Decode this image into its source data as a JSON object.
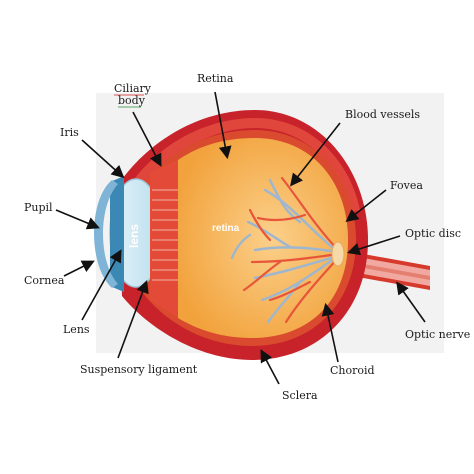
{
  "labels": {
    "retina_top": "Retina",
    "ciliary_line1": "Ciliary",
    "ciliary_line2": "body",
    "iris": "Iris",
    "pupil": "Pupil",
    "cornea": "Cornea",
    "lens": "Lens",
    "suspensory_ligament": "Suspensory ligament",
    "sclera": "Sclera",
    "choroid": "Choroid",
    "optic_nerve": "Optic nerve",
    "optic_disc": "Optic disc",
    "fovea": "Fovea",
    "blood_vessels": "Blood vessels"
  },
  "inside_labels": {
    "lens": "lens",
    "retina": "retina"
  },
  "colors": {
    "sclera": "#c8222a",
    "sclera_light": "#e0463c",
    "choroid": "#d94a2e",
    "retina_fill": "#f5b04a",
    "retina_light": "#f9c877",
    "lens": "#cfe7f2",
    "cornea": "#7fb4d6",
    "iris": "#3b88b4",
    "vessel_red": "#e8563a",
    "vessel_blue": "#9eb7cf",
    "optic_nerve": "#f0a8a0",
    "ciliary_underline": "#cc2222"
  }
}
